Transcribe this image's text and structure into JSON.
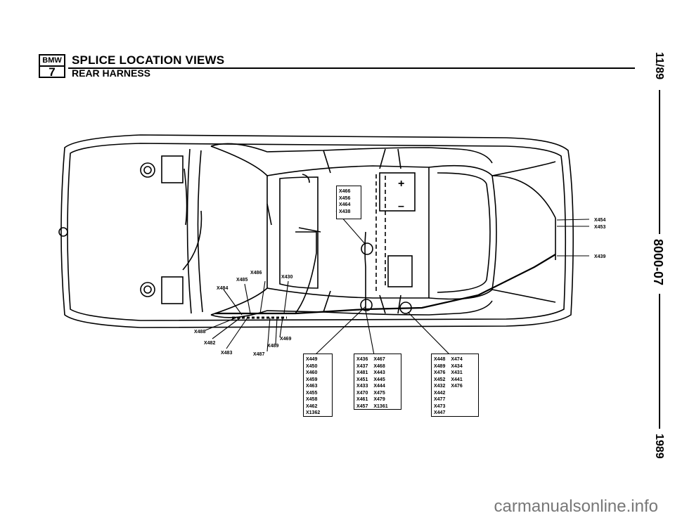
{
  "header": {
    "logo_top": "BMW",
    "logo_num": "7",
    "title": "SPLICE LOCATION VIEWS",
    "subtitle": "REAR HARNESS"
  },
  "side": {
    "date": "11/89",
    "code": "8000-07",
    "year": "1989"
  },
  "watermark": "carmanualsonline.info",
  "top_box": [
    "X466",
    "X456",
    "X464",
    "X438"
  ],
  "right_labels": [
    "X454",
    "X453",
    "X439"
  ],
  "left_labels": {
    "x486": "X486",
    "x485": "X485",
    "x484": "X484",
    "x430": "X430",
    "x488": "X488",
    "x482": "X482",
    "x483": "X483",
    "x469": "X469",
    "x489": "X489",
    "x487": "X487"
  },
  "bottom_boxes": {
    "box1": [
      "X449",
      "X450",
      "X460",
      "X459",
      "X463",
      "X455",
      "X458",
      "X462",
      "X1362"
    ],
    "box2_col1": [
      "X436",
      "X437",
      "X481",
      "X451",
      "X433",
      "X470",
      "X461",
      "X457"
    ],
    "box2_col2": [
      "X467",
      "X468",
      "X443",
      "X445",
      "X444",
      "X475",
      "X479",
      "X1361"
    ],
    "box3_col1": [
      "X448",
      "X489",
      "X476",
      "X452",
      "X432",
      "X442",
      "X477",
      "X473",
      "X447"
    ],
    "box3_col2": [
      "X474",
      "X434",
      "X431",
      "X441",
      "X476"
    ]
  },
  "battery": {
    "plus": "+",
    "minus": "–"
  }
}
